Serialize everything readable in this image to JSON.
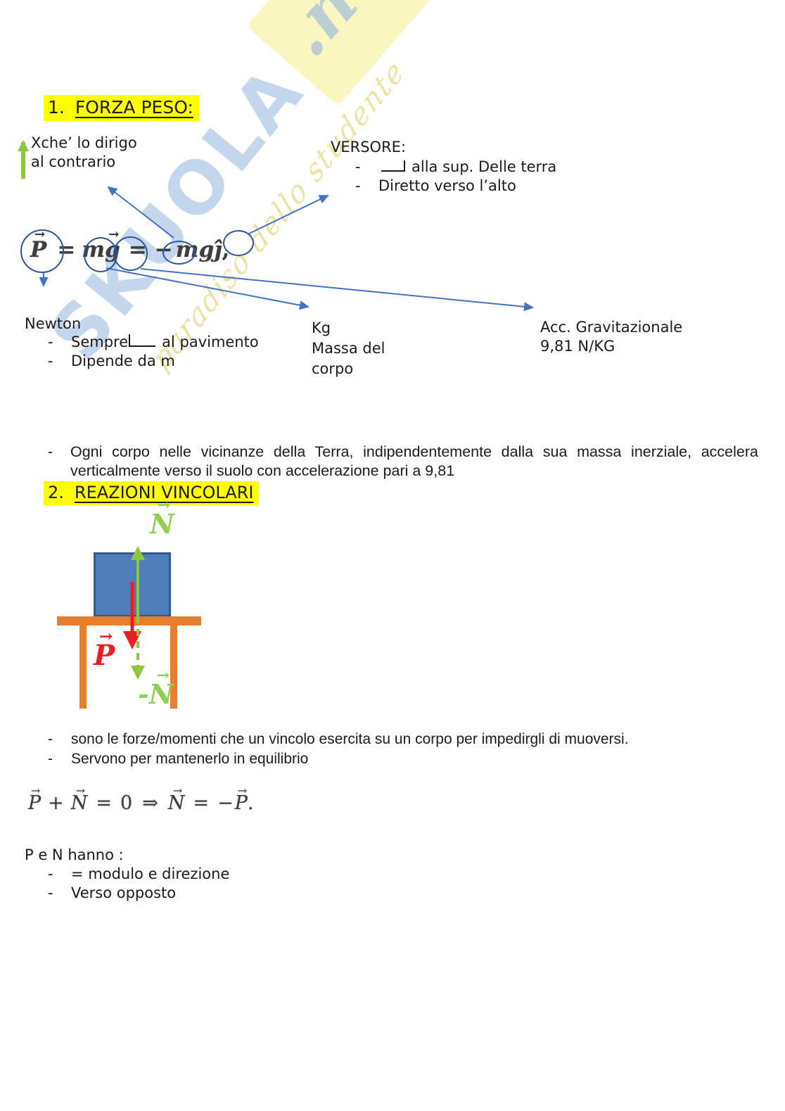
{
  "bullet_marker": "-",
  "colors": {
    "highlight": "#ffff00",
    "annotation_blue": "#4472c4",
    "circle_blue": "#2e5596",
    "green": "#8dc63f",
    "green_label": "#92d050",
    "red": "#ee1c25",
    "orange": "#e8802b",
    "block_fill": "#4f7dba",
    "block_border": "#2f5a94"
  },
  "watermark": {
    "brand": "SKUOLA",
    "tld": ".net",
    "tagline": "paradiso dello studente"
  },
  "section1": {
    "number": "1.",
    "title": "FORZA PESO:",
    "note_minus": {
      "line1": "Xche’ lo dirigo",
      "line2": "al contrario"
    },
    "versore": {
      "heading": "VERSORE:",
      "item1_text": "alla sup. Delle terra",
      "item2": "Diretto verso l’alto"
    },
    "formula": {
      "p": "P",
      "eq1": "=",
      "m": "m",
      "g": "g",
      "eq2": "=",
      "minus": "−",
      "mg": "mg",
      "jhat": "ĵ",
      "comma": ","
    },
    "newton": {
      "heading": "Newton",
      "item1_pre": "Sempre",
      "item1_post": "al pavimento",
      "item2": "Dipende da m"
    },
    "mass": {
      "line1": "Kg",
      "line2": "Massa del",
      "line3": "corpo"
    },
    "gravity": {
      "line1": "Acc. Gravitazionale",
      "line2": "9,81 N/KG"
    },
    "bullet": "Ogni corpo nelle vicinanze della Terra, indipendentemente dalla sua massa inerziale, accelera verticalmente verso il suolo con accelerazione pari a 9,81"
  },
  "section2": {
    "number": "2.",
    "title": "REAZIONI VINCOLARI",
    "diagram": {
      "label_n": "N",
      "label_p": "P",
      "minus_prefix": "-"
    },
    "bullets": [
      "sono le forze/momenti che un vincolo esercita su un corpo per impedirgli di muoversi.",
      "Servono per mantenerlo in equilibrio"
    ],
    "formula": {
      "p": "P",
      "plus": "+",
      "n": "N",
      "eq1": "=",
      "zero": "0",
      "implies": "⇒",
      "n2": "N",
      "eq2": "=",
      "minus": "−",
      "p2": "P",
      "dot": "."
    },
    "pn": {
      "heading": "P e N hanno :",
      "items": [
        "= modulo e direzione",
        "Verso opposto"
      ]
    }
  }
}
